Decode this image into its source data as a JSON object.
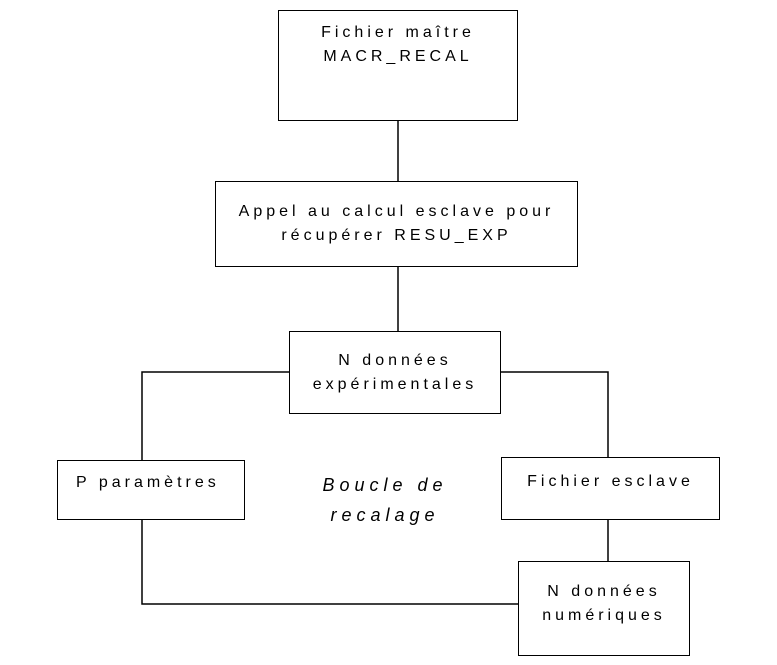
{
  "boxes": {
    "master_file": {
      "line1": "Fichier maître",
      "line2": "MACR_RECAL"
    },
    "slave_call": {
      "line1": "Appel au calcul esclave pour",
      "line2": "récupérer RESU_EXP"
    },
    "experimental_data": {
      "line1": "N données",
      "line2": "expérimentales"
    },
    "parameters": {
      "line1": "P paramètres"
    },
    "slave_file": {
      "line1": "Fichier esclave"
    },
    "numerical_data": {
      "line1": "N données",
      "line2": "numériques"
    }
  },
  "loop_label": {
    "line1": "Boucle de",
    "line2": "recalage"
  }
}
